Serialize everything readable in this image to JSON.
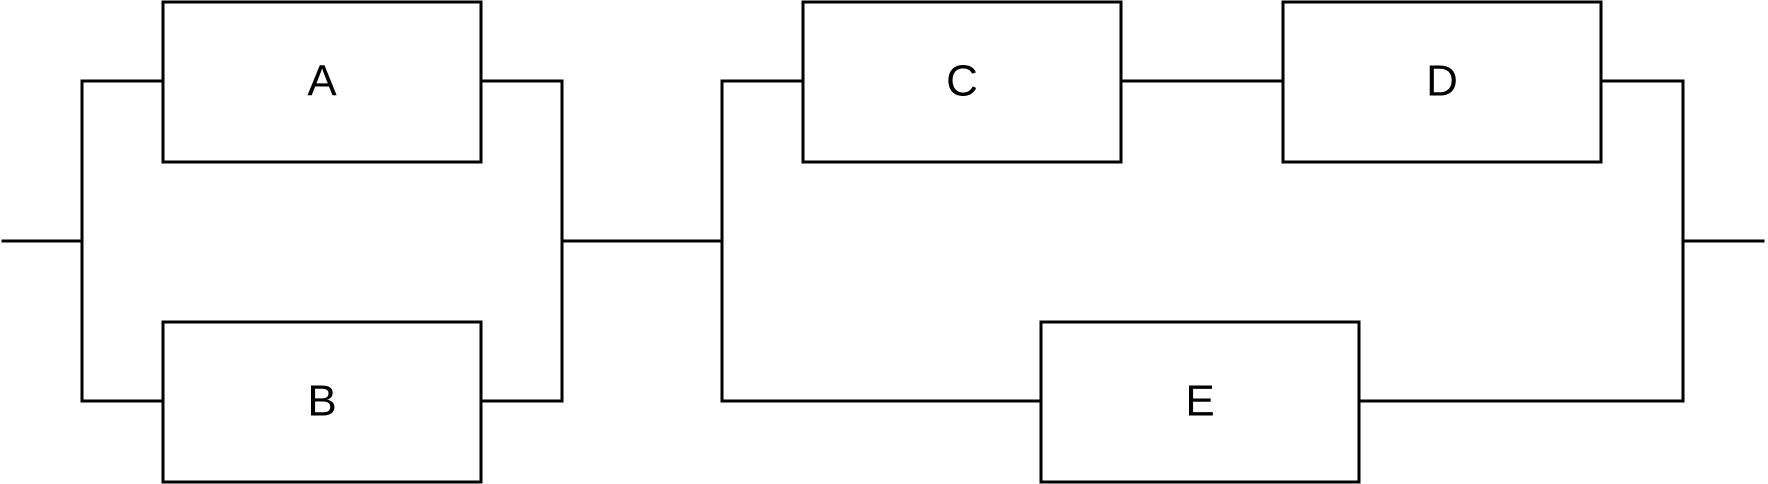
{
  "diagram": {
    "type": "reliability-block-diagram",
    "colors": {
      "stroke": "#000000",
      "background": "#ffffff"
    },
    "blocks": {
      "a": {
        "label": "A"
      },
      "b": {
        "label": "B"
      },
      "c": {
        "label": "C"
      },
      "d": {
        "label": "D"
      },
      "e": {
        "label": "E"
      }
    },
    "connections": [
      {
        "from": "input",
        "to": "a"
      },
      {
        "from": "input",
        "to": "b"
      },
      {
        "from": "a",
        "to": "junction"
      },
      {
        "from": "b",
        "to": "junction"
      },
      {
        "from": "junction",
        "to": "c"
      },
      {
        "from": "c",
        "to": "d"
      },
      {
        "from": "junction",
        "to": "e"
      },
      {
        "from": "d",
        "to": "output"
      },
      {
        "from": "e",
        "to": "output"
      }
    ]
  }
}
